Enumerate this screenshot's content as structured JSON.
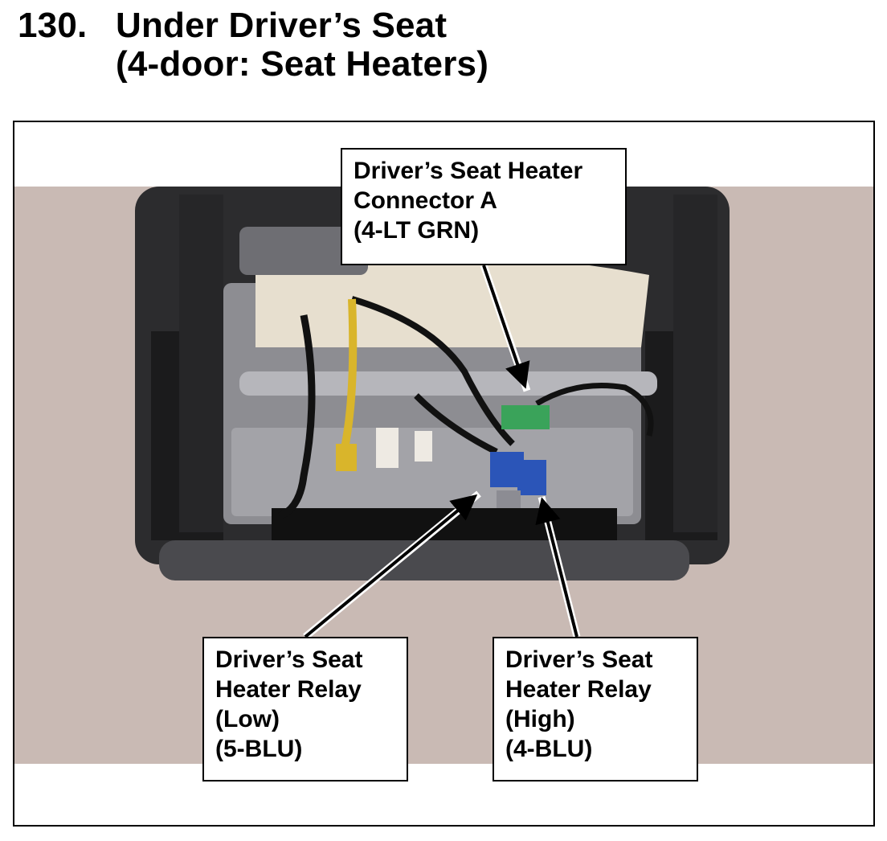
{
  "page": {
    "number": "130.",
    "title_line1": "Under Driver’s Seat",
    "title_line2": "(4-door: Seat Heaters)"
  },
  "callouts": {
    "connector_a": {
      "line1": "Driver’s Seat Heater",
      "line2": "Connector A",
      "line3": "(4-LT GRN)"
    },
    "relay_low": {
      "line1": "Driver’s Seat",
      "line2": "Heater Relay",
      "line3": "(Low)",
      "line4": "(5-BLU)"
    },
    "relay_high": {
      "line1": "Driver’s Seat",
      "line2": "Heater Relay",
      "line3": "(High)",
      "line4": "(4-BLU)"
    }
  },
  "colors": {
    "background_wall": "#c9bab4",
    "connector_green": "#3aa35a",
    "relay_blue": "#2b55b8",
    "wire_yellow": "#d9b52b"
  }
}
